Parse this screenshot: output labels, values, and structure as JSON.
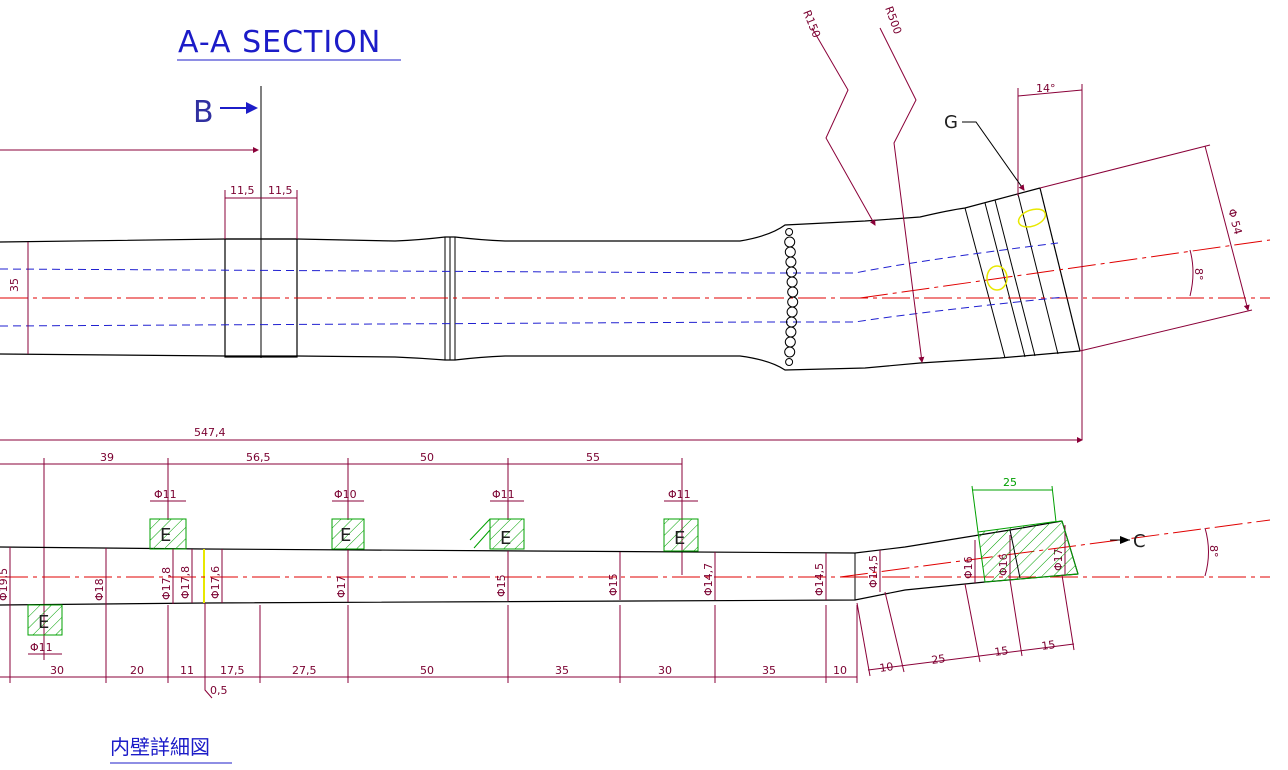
{
  "titles": {
    "section": "A-A SECTION",
    "section_b": "B",
    "detail": "内壁詳細図",
    "g_label": "G",
    "c_label": "C"
  },
  "upper_view": {
    "radius_1": "R150",
    "radius_2": "R500",
    "angle": "14°",
    "dim_11_5_left": "11,5",
    "dim_11_5_right": "11,5",
    "dim_35": "35",
    "dim_547": "547,4",
    "dim_phi54": "Φ 54",
    "dim_8deg": "8°"
  },
  "lower_view": {
    "top_dims": [
      "39",
      "56,5",
      "50",
      "55"
    ],
    "green_dim": "25",
    "phi_holes": [
      "Φ11",
      "Φ10",
      "Φ11",
      "Φ11"
    ],
    "phi_bottom": "Φ11",
    "e_marks": [
      "E",
      "E",
      "E",
      "E",
      "E"
    ],
    "diam_labels": [
      "Φ19,5",
      "Φ18",
      "Φ17,8",
      "Φ17,8",
      "Φ17,6",
      "Φ17",
      "Φ15",
      "Φ15",
      "Φ14,7",
      "Φ14,5",
      "Φ14,5",
      "Φ16",
      "Φ16",
      "Φ17"
    ],
    "bottom_dims": [
      "30",
      "20",
      "11",
      "17,5",
      "27,5",
      "50",
      "35",
      "30",
      "35",
      "10"
    ],
    "small_dim": "0,5",
    "angled_dims": [
      "10",
      "25",
      "15",
      "15"
    ],
    "angle_8": "8°"
  },
  "colors": {
    "outline": "#000000",
    "centerline": "#e00000",
    "hidden": "#2020d0",
    "dimension": "#8a0038",
    "hatch": "#00a000",
    "highlight": "#e8e800"
  }
}
